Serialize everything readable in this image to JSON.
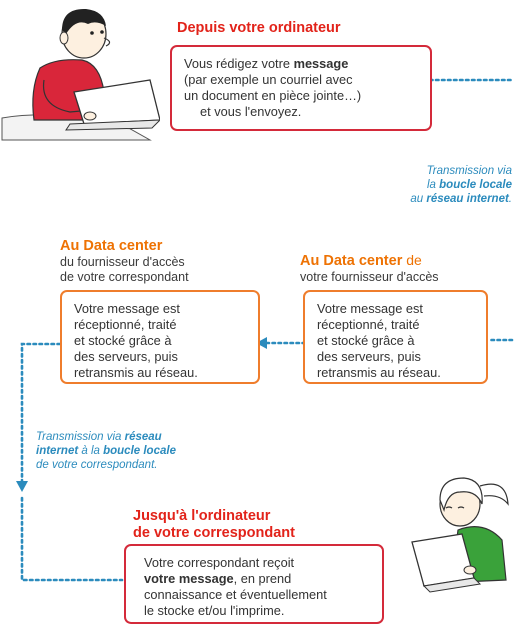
{
  "colors": {
    "red": "#e2231a",
    "orange": "#ee7203",
    "blue": "#2b8bbd"
  },
  "step1": {
    "heading": "Depuis votre ordinateur",
    "line1": "Vous rédigez votre ",
    "line1_bold": "message",
    "line2": "(par exemple un courriel avec",
    "line3": "un document en pièce jointe…)",
    "line4": "et vous l'envoyez."
  },
  "transmission1": {
    "line1": "Transmission via",
    "line2_pre": "la ",
    "line2_bold": "boucle locale",
    "line3_pre": "au ",
    "line3_bold": "réseau internet",
    "line3_post": "."
  },
  "step2": {
    "heading_bold": "Au Data center",
    "heading_rest": " de",
    "sub": "votre fournisseur d'accès",
    "body": [
      "Votre message est",
      "réceptionné, traité",
      "et stocké grâce à",
      "des serveurs, puis",
      "retransmis au réseau."
    ]
  },
  "step3": {
    "heading": "Au Data center",
    "sub1": "du fournisseur d'accès",
    "sub2": "de votre correspondant",
    "body": [
      "Votre message est",
      "réceptionné, traité",
      "et stocké grâce à",
      "des serveurs, puis",
      "retransmis au réseau."
    ]
  },
  "transmission2": {
    "line1_pre": "Transmission via ",
    "line1_bold": "réseau",
    "line2_bold": "internet",
    "line2_mid": " à la ",
    "line2_bold2": "boucle locale",
    "line3": "de votre correspondant."
  },
  "step4": {
    "heading1": "Jusqu'à l'ordinateur",
    "heading2": "de votre correspondant",
    "line1": "Votre correspondant reçoit",
    "line2_bold": "votre message",
    "line2_rest": ", en prend",
    "line3": "connaissance et éventuellement",
    "line4": "le stocke et/ou l'imprime."
  },
  "icons": [
    "person-laptop-icon",
    "woman-laptop-icon"
  ]
}
